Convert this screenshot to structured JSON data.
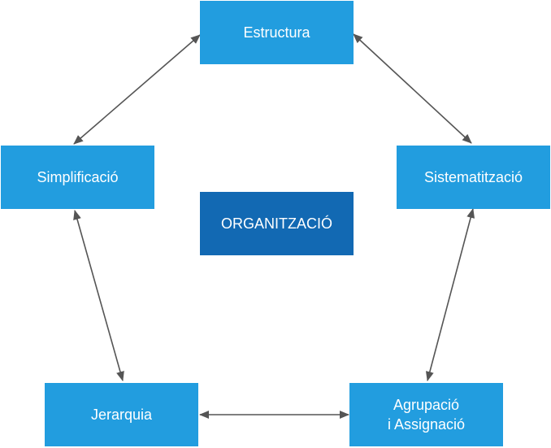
{
  "diagram": {
    "center": {
      "label": "ORGANITZACIÓ"
    },
    "nodes": [
      {
        "id": "estructura",
        "label": "Estructura"
      },
      {
        "id": "sistematitzacio",
        "label": "Sistematització"
      },
      {
        "id": "agrupacio",
        "label": "Agrupació\ni Assignació"
      },
      {
        "id": "jerarquia",
        "label": "Jerarquia"
      },
      {
        "id": "simplificacio",
        "label": "Simplificació"
      }
    ],
    "connections": [
      {
        "from": "simplificacio",
        "to": "estructura",
        "bidirectional": true
      },
      {
        "from": "estructura",
        "to": "sistematitzacio",
        "bidirectional": true
      },
      {
        "from": "sistematitzacio",
        "to": "agrupacio",
        "bidirectional": true
      },
      {
        "from": "jerarquia",
        "to": "agrupacio",
        "bidirectional": true
      },
      {
        "from": "simplificacio",
        "to": "jerarquia",
        "bidirectional": true
      }
    ],
    "colors": {
      "node": "#229ddf",
      "center": "#1269b3",
      "text": "#ffffff",
      "arrow": "#555555"
    }
  }
}
